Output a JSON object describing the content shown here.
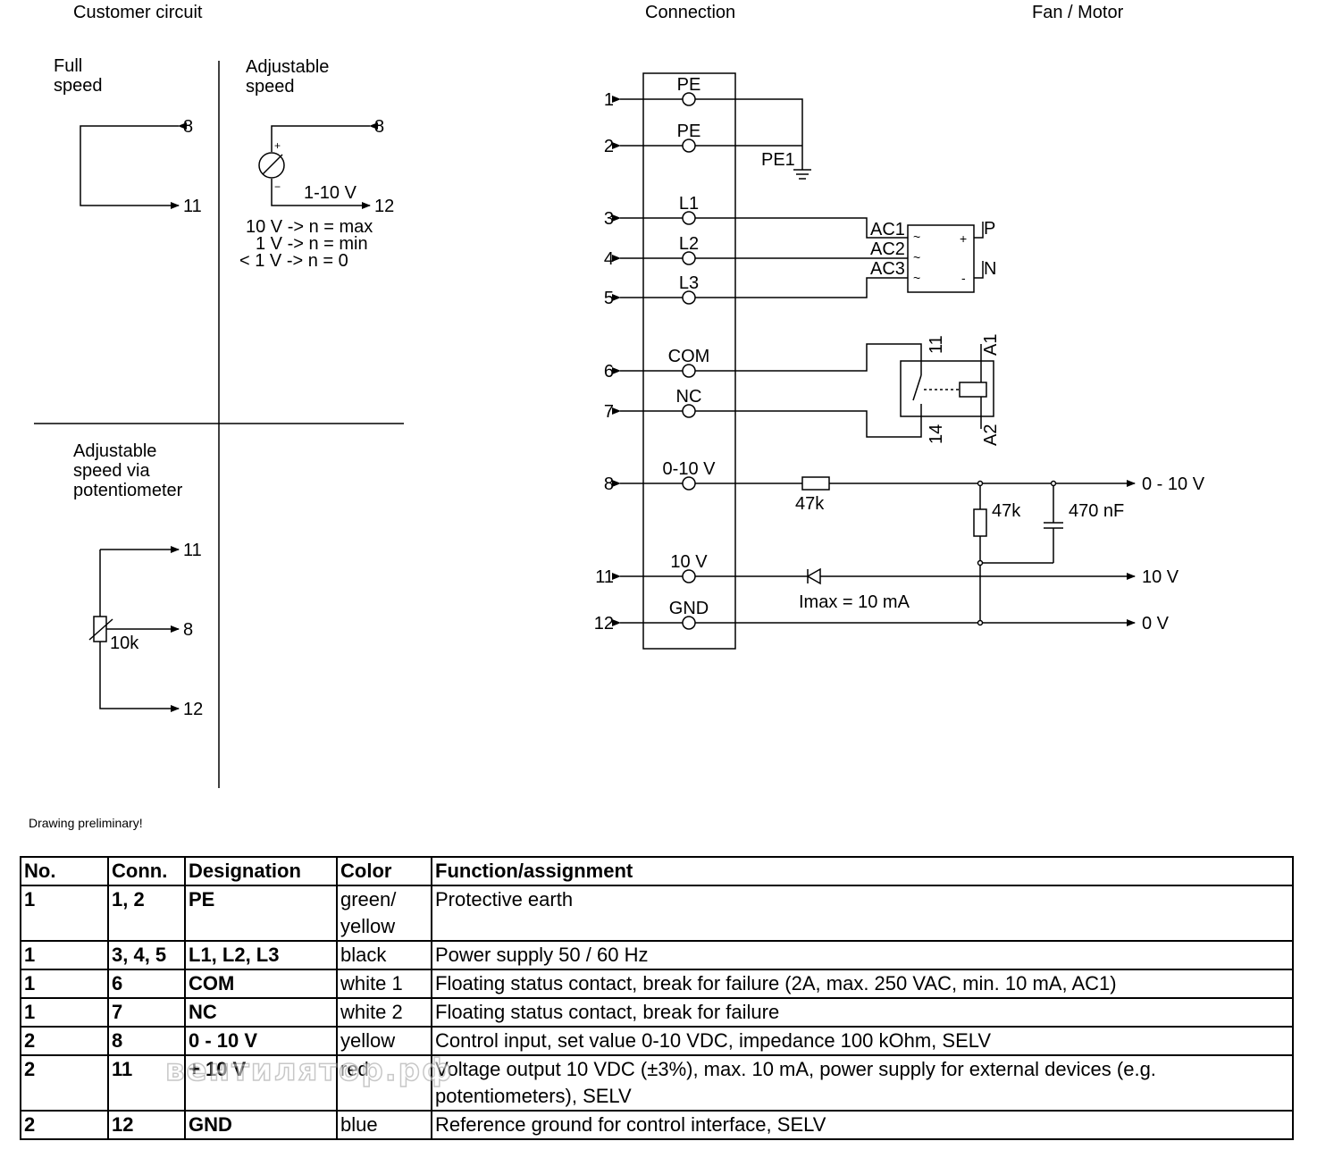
{
  "headers": {
    "customer_circuit": "Customer circuit",
    "connection": "Connection",
    "fan_motor": "Fan / Motor"
  },
  "customer": {
    "full_speed": [
      "Full",
      "speed"
    ],
    "adjustable_speed": [
      "Adjustable",
      "speed"
    ],
    "adjustable_pot": [
      "Adjustable",
      "speed via",
      "potentiometer"
    ],
    "volt_label": "1-10 V",
    "plus": "+",
    "minus": "−",
    "rules": [
      "10 V -> n = max",
      "1 V -> n = min",
      "< 1 V -> n = 0"
    ],
    "pot_value": "10k",
    "terms": {
      "t8": "8",
      "t11": "11",
      "t12": "12"
    }
  },
  "connection": {
    "pins": [
      {
        "num": "1",
        "label": "PE"
      },
      {
        "num": "2",
        "label": "PE"
      },
      {
        "num": "3",
        "label": "L1"
      },
      {
        "num": "4",
        "label": "L2"
      },
      {
        "num": "5",
        "label": "L3"
      },
      {
        "num": "6",
        "label": "COM"
      },
      {
        "num": "7",
        "label": "NC"
      },
      {
        "num": "8",
        "label": "0-10 V"
      },
      {
        "num": "11",
        "label": "10 V"
      },
      {
        "num": "12",
        "label": "GND"
      }
    ],
    "pe1": "PE1",
    "ac": [
      "AC1",
      "AC2",
      "AC3"
    ],
    "tilde": "~",
    "dc_plus": "+",
    "dc_minus": "-",
    "p": "P",
    "n": "N",
    "relay": {
      "c11": "11",
      "c14": "14",
      "a1": "A1",
      "a2": "A2"
    },
    "resistor1": "47k",
    "resistor2": "47k",
    "capacitor": "470 nF",
    "imax": "Imax = 10 mA",
    "outputs": [
      "0 - 10 V",
      "10 V",
      "0 V"
    ]
  },
  "note": "Drawing preliminary!",
  "table": {
    "headers": [
      "No.",
      "Conn.",
      "Designation",
      "Color",
      "Function/assignment"
    ],
    "rows": [
      [
        "1",
        "1, 2",
        "PE",
        "green/ yellow",
        "Protective earth"
      ],
      [
        "1",
        "3, 4, 5",
        "L1, L2, L3",
        "black",
        "Power supply 50 / 60 Hz"
      ],
      [
        "1",
        "6",
        "COM",
        "white 1",
        "Floating status contact, break for failure (2A, max. 250 VAC, min. 10 mA, AC1)"
      ],
      [
        "1",
        "7",
        "NC",
        "white 2",
        "Floating status contact, break for failure"
      ],
      [
        "2",
        "8",
        "0 - 10 V",
        "yellow",
        "Control input, set value 0-10 VDC, impedance 100 kOhm, SELV"
      ],
      [
        "2",
        "11",
        "+ 10 V",
        "red",
        "Voltage output 10 VDC (±3%), max. 10 mA, power supply for external devices (e.g. potentiometers), SELV"
      ],
      [
        "2",
        "12",
        "GND",
        "blue",
        "Reference ground for control interface, SELV"
      ]
    ]
  },
  "watermark": "вентилятор.рф"
}
